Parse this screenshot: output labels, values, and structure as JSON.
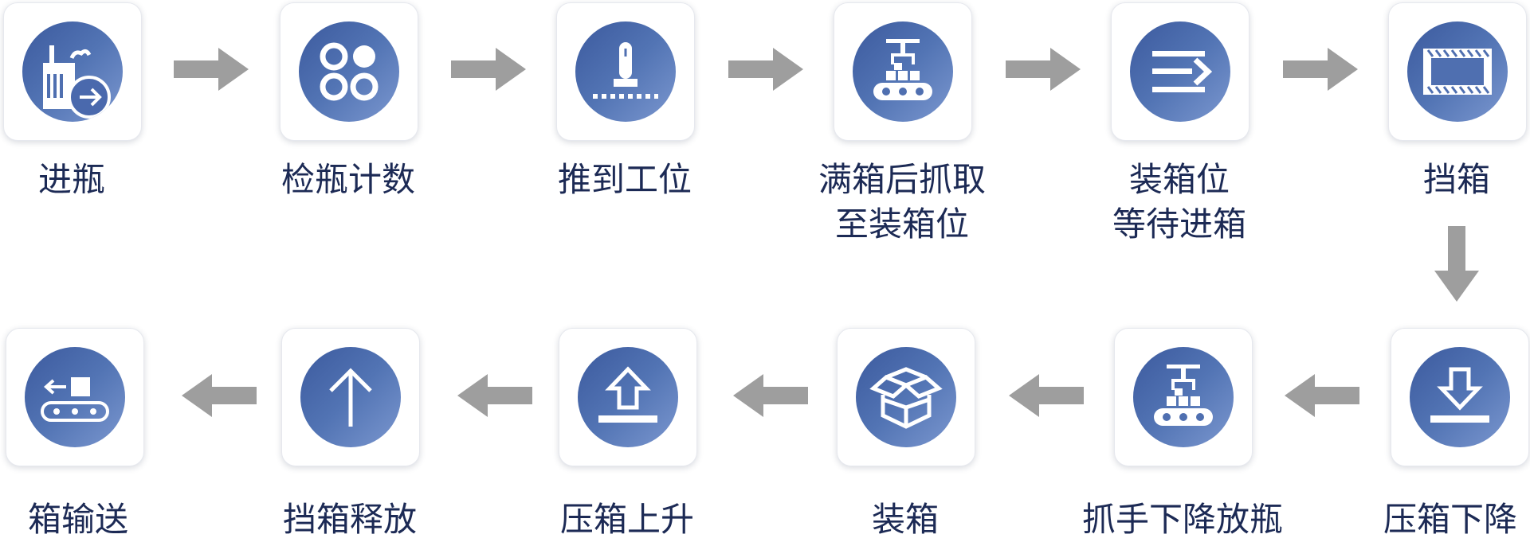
{
  "steps": [
    {
      "line1": "进瓶",
      "line2": "",
      "icon": "bottle-in-icon"
    },
    {
      "line1": "检瓶计数",
      "line2": "",
      "icon": "bottle-count-icon"
    },
    {
      "line1": "推到工位",
      "line2": "",
      "icon": "push-station-icon"
    },
    {
      "line1": "满箱后抓取",
      "line2": "至装箱位",
      "icon": "gripper-conveyor-icon"
    },
    {
      "line1": "装箱位",
      "line2": "等待进箱",
      "icon": "wait-in-icon"
    },
    {
      "line1": "挡箱",
      "line2": "",
      "icon": "block-box-icon"
    },
    {
      "line1": "压箱下降",
      "line2": "",
      "icon": "press-down-icon"
    },
    {
      "line1": "抓手下降放瓶",
      "line2": "",
      "icon": "gripper-place-icon"
    },
    {
      "line1": "装箱",
      "line2": "",
      "icon": "open-box-icon"
    },
    {
      "line1": "压箱上升",
      "line2": "",
      "icon": "press-up-icon"
    },
    {
      "line1": "挡箱释放",
      "line2": "",
      "icon": "release-up-icon"
    },
    {
      "line1": "箱输送",
      "line2": "",
      "icon": "box-conveyor-icon"
    }
  ],
  "colors": {
    "circle_start": "#3c5a9e",
    "circle_end": "#7b97cf",
    "arrow": "#9e9e9e",
    "text": "#1c2a55"
  }
}
